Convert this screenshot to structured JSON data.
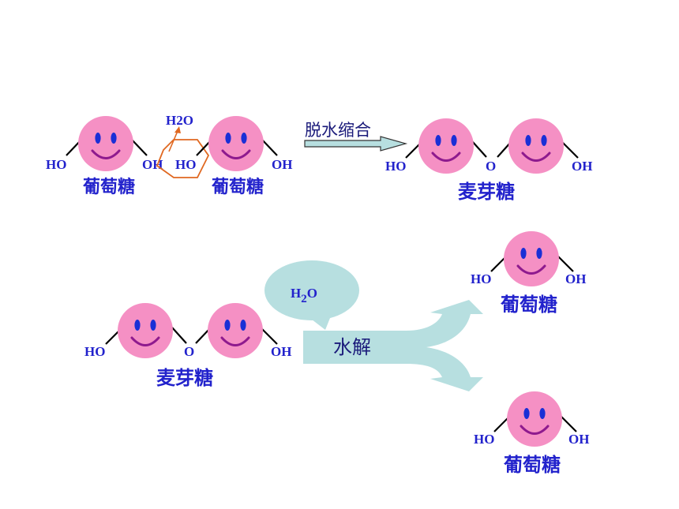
{
  "colors": {
    "face": "#f590c4",
    "eye": "#1a2fd6",
    "mouth": "#8e1a8e",
    "label": "#2222cc",
    "arrow_fill": "#b7dfe0",
    "hexagon": "#e06820",
    "small_arrow": "#e06820"
  },
  "top_reaction": {
    "reactant_left": {
      "left_group": "HO",
      "right_group": "OH",
      "name": "葡萄糖"
    },
    "reactant_right": {
      "left_group": "HO",
      "right_group": "OH",
      "name": "葡萄糖"
    },
    "water_released": "H2O",
    "process_label": "脱水缩合",
    "product": {
      "left_group": "HO",
      "bridge": "O",
      "right_group": "OH",
      "name": "麦芽糖"
    }
  },
  "bottom_reaction": {
    "reactant": {
      "left_group": "HO",
      "bridge": "O",
      "right_group": "OH",
      "name": "麦芽糖"
    },
    "water_bubble": {
      "main": "H",
      "sub": "2",
      "tail": "O"
    },
    "process_label": "水解",
    "product_top": {
      "left_group": "HO",
      "right_group": "OH",
      "name": "葡萄糖"
    },
    "product_bottom": {
      "left_group": "HO",
      "right_group": "OH",
      "name": "葡萄糖"
    }
  }
}
